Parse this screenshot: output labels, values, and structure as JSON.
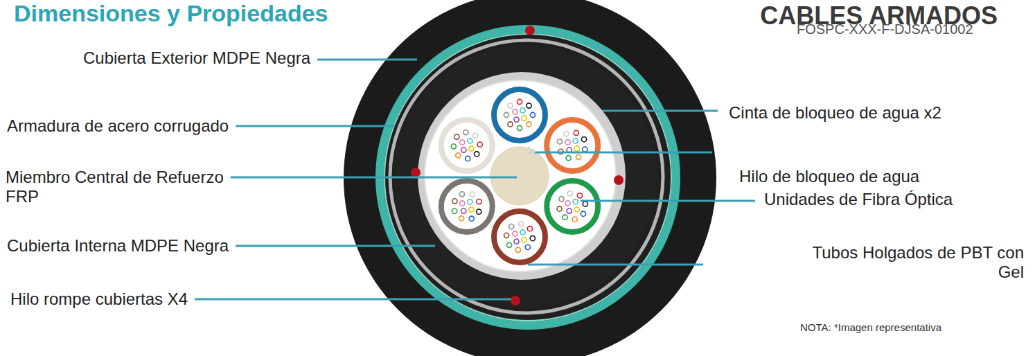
{
  "diagram": {
    "title": "Dimensiones y Propiedades",
    "labels": [
      "CABLES ARMADOS",
      "FOSPC-XXX-F-DJSA-01002",
      "Cubierta Exterior MDPE Negra",
      "Armadura de acero corrugado",
      "Miembro Central de Refuerzo FRP",
      "Cubierta Interna MDPE Negra",
      "Hilo rompe cubiertas X4",
      "Cinta de bloqueo de agua x2",
      "Hilo de bloqueo de agua",
      "Unidades de Fibra Óptica",
      "Tubos Holgados de PBT con Gel",
      "NOTA: *Imagen representativa"
    ]
  }
}
